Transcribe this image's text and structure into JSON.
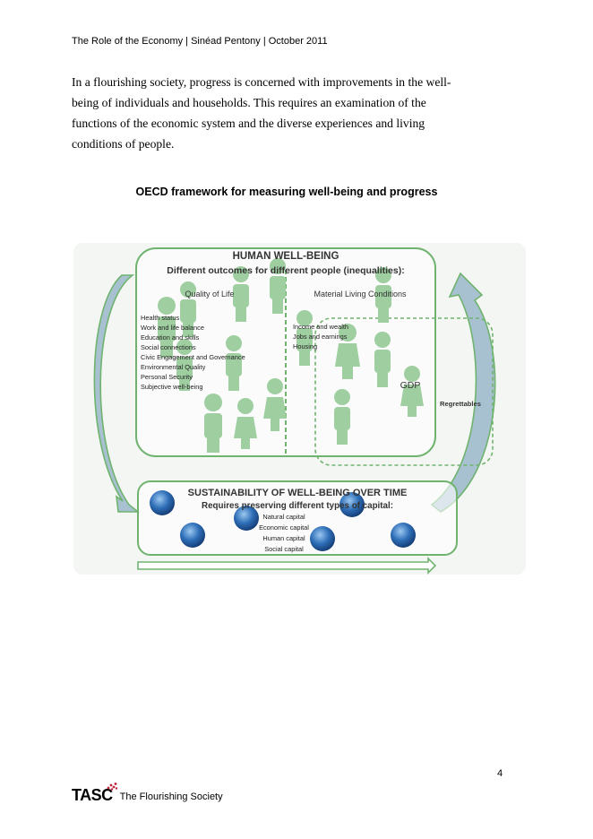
{
  "header": {
    "text": "The Role of the Economy | Sinéad Pentony | October 2011"
  },
  "intro": {
    "lines": [
      "In a flourishing society, progress is concerned with improvements in the well-",
      "being of individuals and households.  This requires an examination of the",
      "functions of the economic system and the diverse experiences and living",
      "conditions of people."
    ]
  },
  "figure": {
    "title": "OECD framework for measuring well-being and progress",
    "wellbeing": {
      "heading": "HUMAN WELL-BEING",
      "subheading": "Different  outcomes for different people (inequalities):",
      "left_title": "Quality of Life",
      "right_title": "Material Living Conditions",
      "quality_items": [
        "Health status",
        "Work and life balance",
        "Education and skills",
        "Social connections",
        "Civic Engagement and Governance",
        "Environmental Quality",
        "Personal Security",
        "Subjective well-being"
      ],
      "material_items": [
        "Income and wealth",
        "Jobs and earnings",
        "Housing"
      ],
      "gdp": "GDP",
      "regrettables": "Regrettables"
    },
    "sustainability": {
      "heading": "SUSTAINABILITY OF WELL-BEING OVER TIME",
      "subheading": "Requires preserving  different  types of capital:",
      "capitals": [
        "Natural capital",
        "Economic capital",
        "Human capital",
        "Social capital"
      ]
    },
    "colors": {
      "green": "#6fb36f",
      "figure": "#9fcfa0",
      "arrow": "#a8c1d0"
    }
  },
  "page_number": "4",
  "footer": {
    "logo": "TASC",
    "text": "The Flourishing Society"
  }
}
